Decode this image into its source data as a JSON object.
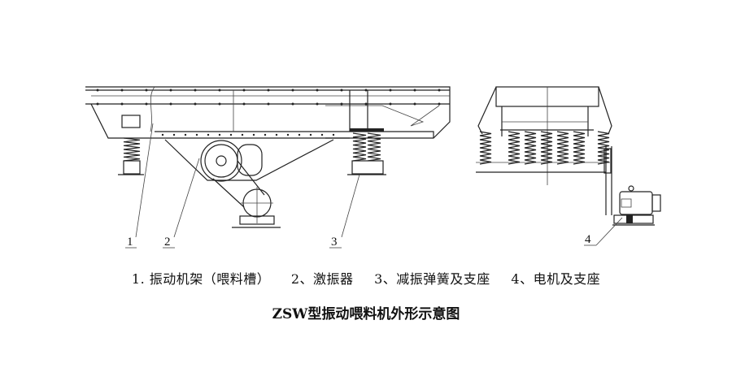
{
  "labels": [
    "1",
    "2",
    "3",
    "4"
  ],
  "legend": [
    "1. 振动机架（喂料槽）",
    "2、激振器",
    "3、减振弹簧及支座",
    "4、电机及支座"
  ],
  "title": "ZSW型振动喂料机外形示意图"
}
